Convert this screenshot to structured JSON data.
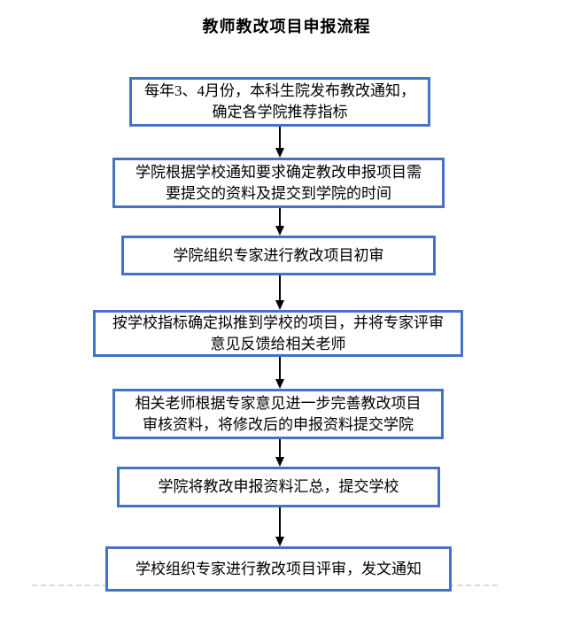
{
  "page": {
    "title": "教师教改项目申报流程"
  },
  "flowchart": {
    "steps": [
      {
        "name": "notice-release",
        "text": "每年3、4月份，本科生院发布教改通知，确定各学院推荐指标",
        "lines": [
          "每年3、4月份，本科生院发布教改通知，",
          "确定各学院推荐指标"
        ]
      },
      {
        "name": "college-requirements",
        "text": "学院根据学校通知要求确定教改申报项目需要提交的资料及提交到学院的时间",
        "lines": [
          "学院根据学校通知要求确定教改申报项目需",
          "要提交的资料及提交到学院的时间"
        ]
      },
      {
        "name": "college-preliminary-review",
        "text": "学院组织专家进行教改项目初审",
        "lines": [
          "学院组织专家进行教改项目初审"
        ]
      },
      {
        "name": "select-projects-feedback",
        "text": "按学校指标确定拟推到学校的项目，并将专家评审意见反馈给相关老师",
        "lines": [
          "按学校指标确定拟推到学校的项目，并将专家评审",
          "意见反馈给相关老师"
        ]
      },
      {
        "name": "teacher-revise-resubmit",
        "text": "相关老师根据专家意见进一步完善教改项目审核资料，将修改后的申报资料提交学院",
        "lines": [
          "相关老师根据专家意见进一步完善教改项目",
          "审核资料，将修改后的申报资料提交学院"
        ]
      },
      {
        "name": "college-summarize-submit",
        "text": "学院将教改申报资料汇总，提交学校",
        "lines": [
          "学院将教改申报资料汇总，提交学校"
        ]
      },
      {
        "name": "school-final-review",
        "text": "学校组织专家进行教改项目评审，发文通知",
        "lines": [
          "学校组织专家进行教改项目评审，发文通知"
        ]
      }
    ],
    "colors": {
      "box_border": "#4472C4",
      "arrow": "#000000",
      "dashed_line": "#DCDCDC",
      "text": "#000000",
      "background": "#FFFFFF"
    }
  }
}
